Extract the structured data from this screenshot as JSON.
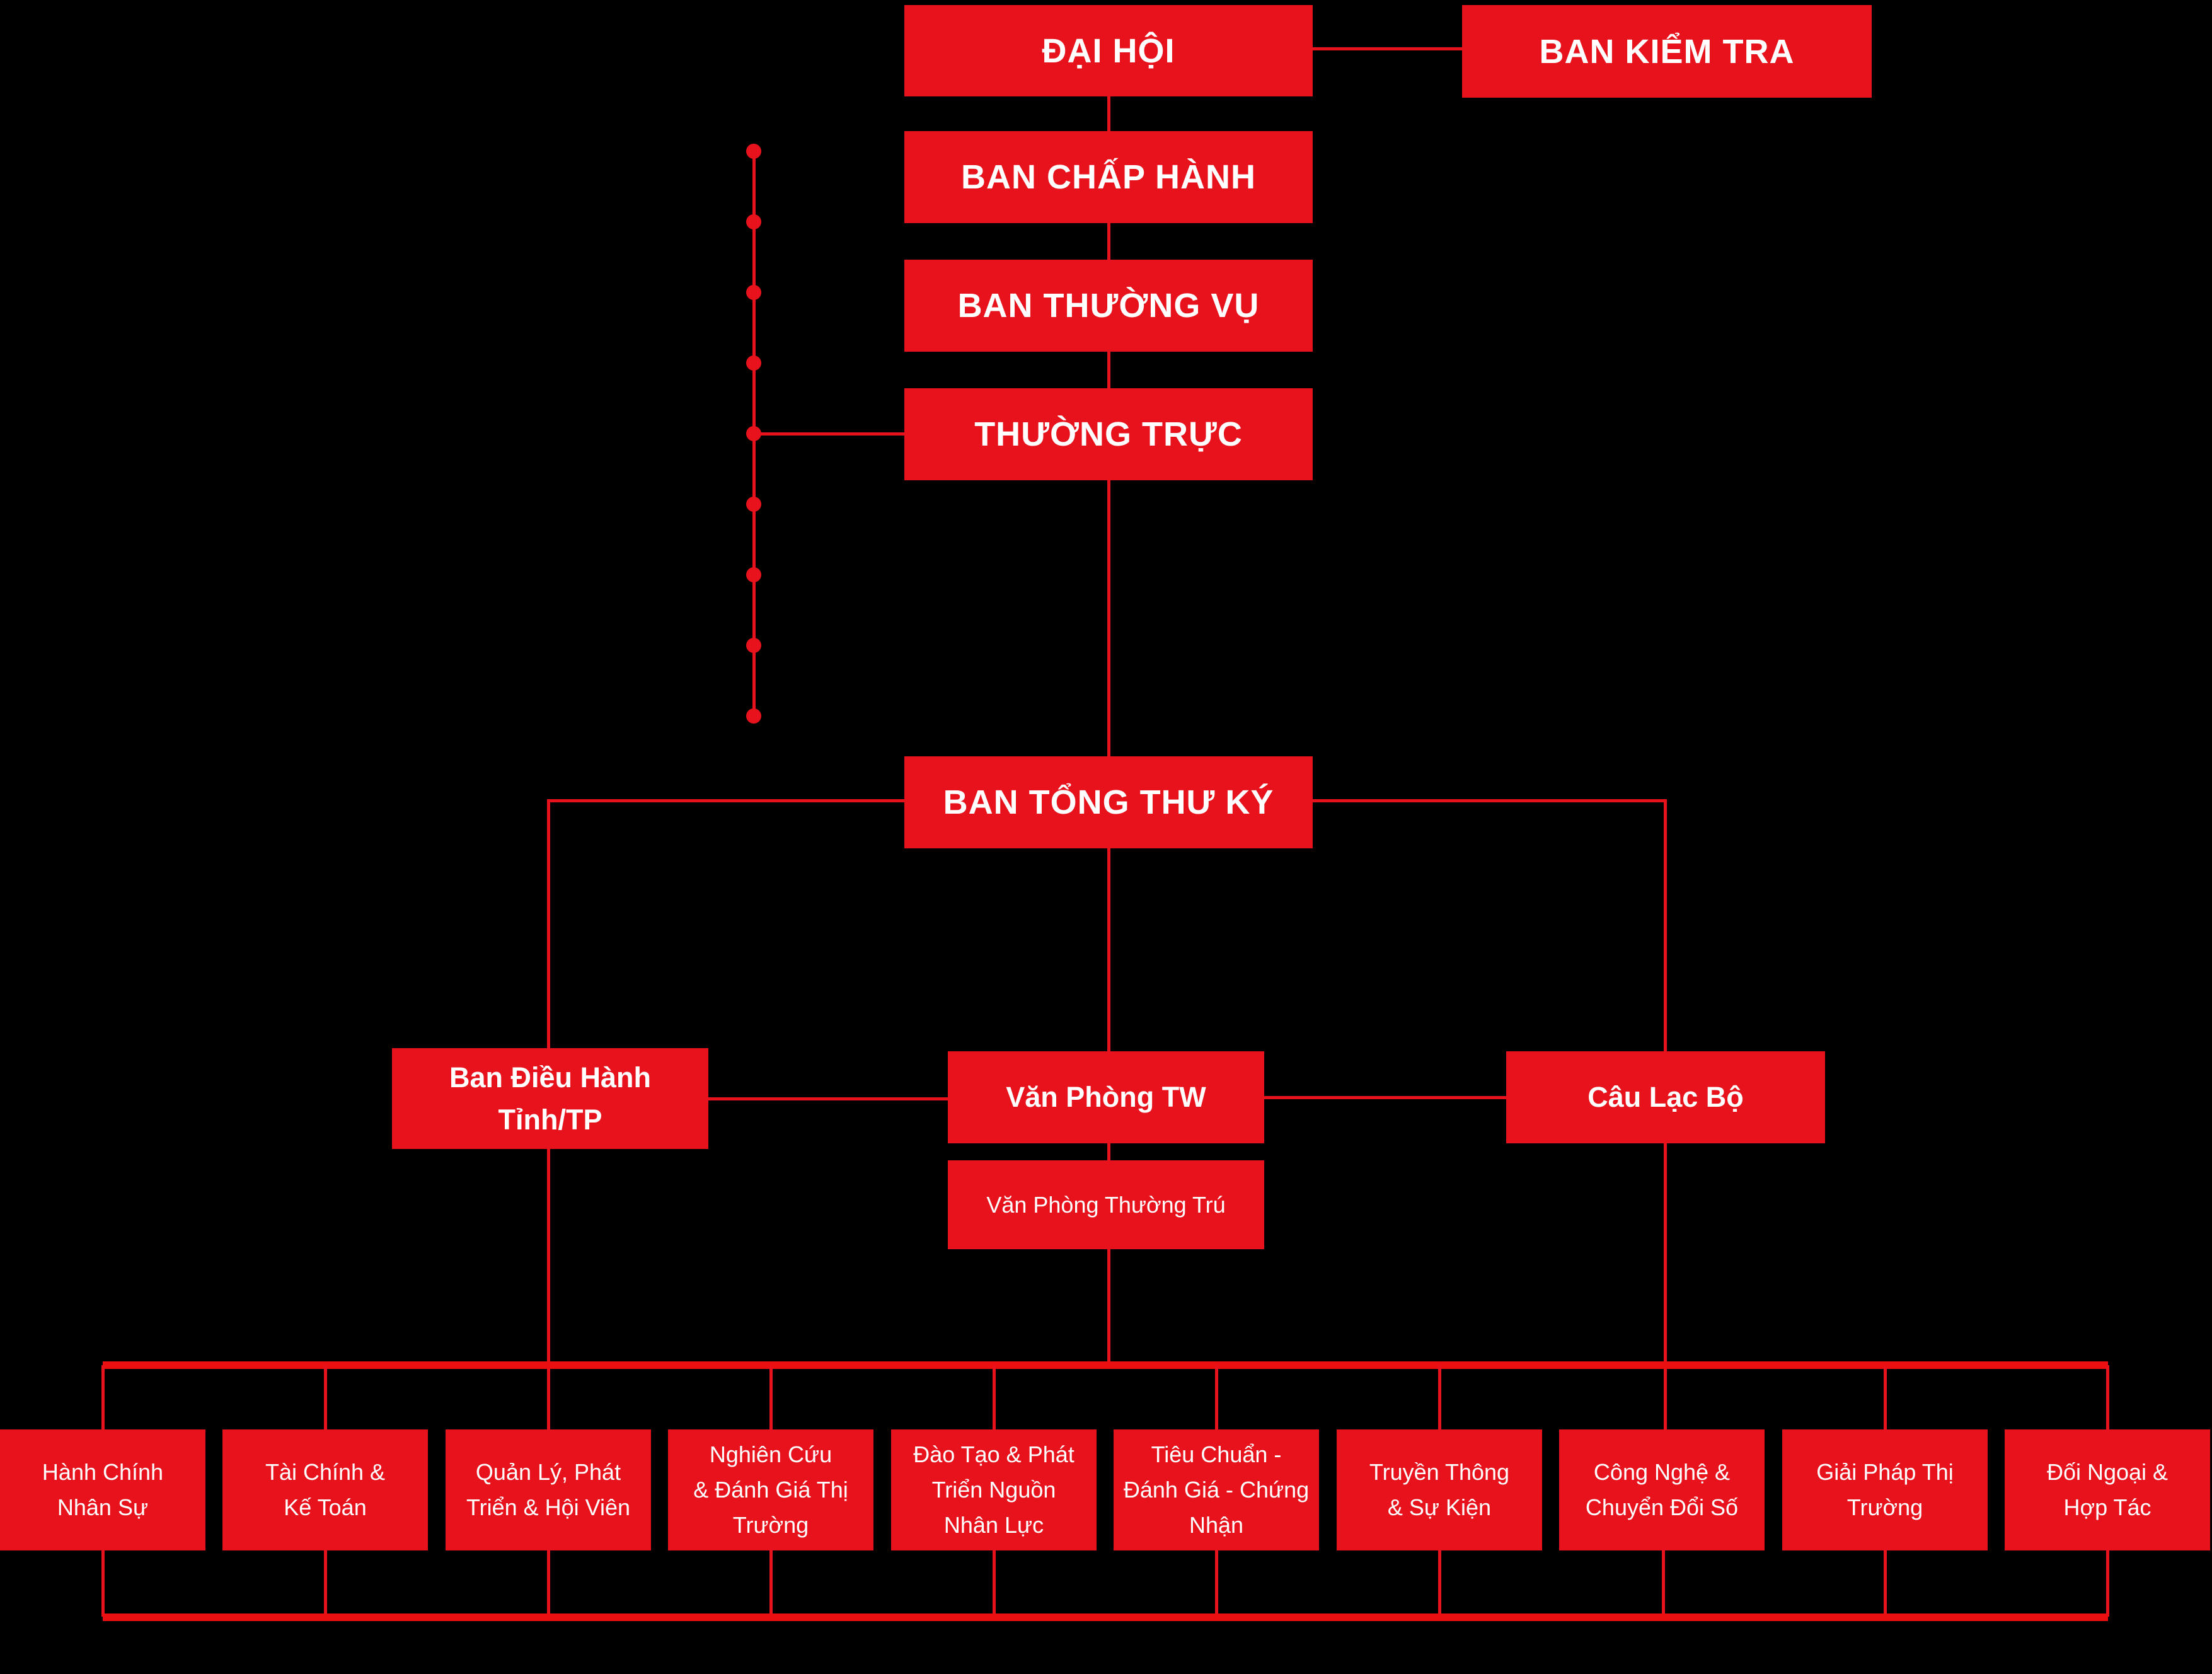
{
  "palette": {
    "background": "#000000",
    "box_red": "#e8121c",
    "line_red": "#e8121c",
    "bus_red": "#ec0f12",
    "text_white": "#ffffff"
  },
  "nodes": {
    "dai_hoi": {
      "label": "ĐẠI HỘI"
    },
    "ban_kiem_tra": {
      "label": "BAN KIỂM TRA"
    },
    "ban_chap_hanh": {
      "label": "BAN CHẤP HÀNH"
    },
    "ban_thuong_vu": {
      "label": "BAN THƯỜNG VỤ"
    },
    "thuong_truc": {
      "label": "THƯỜNG TRỰC"
    },
    "ban_tong_thu_ky": {
      "label": "BAN TỔNG THƯ KÝ"
    },
    "ban_dieu_hanh_tinh_tp": {
      "label": "Ban Điều Hành\nTỉnh/TP"
    },
    "van_phong_tw": {
      "label": "Văn Phòng TW"
    },
    "cau_lac_bo": {
      "label": "Câu Lạc Bộ"
    },
    "van_phong_thuong_tru": {
      "label": "Văn Phòng Thường Trú"
    }
  },
  "departments": [
    "Hành Chính\nNhân Sự",
    "Tài Chính &\nKế Toán",
    "Quản Lý, Phát\nTriển & Hội Viên",
    "Nghiên Cứu\n& Đánh Giá Thị\nTrường",
    "Đào Tạo & Phát\nTriển Nguồn\nNhân Lực",
    "Tiêu Chuẩn -\nĐánh Giá - Chứng\nNhận",
    "Truyền Thông\n& Sự Kiện",
    "Công Nghệ &\nChuyển Đổi Số",
    "Giải Pháp Thị\nTrường",
    "Đối Ngoại &\nHợp Tác"
  ],
  "connections": [
    [
      "dai_hoi",
      "ban_kiem_tra"
    ],
    [
      "dai_hoi",
      "ban_chap_hanh"
    ],
    [
      "ban_chap_hanh",
      "ban_thuong_vu"
    ],
    [
      "ban_thuong_vu",
      "thuong_truc"
    ],
    [
      "thuong_truc",
      "dotted-branch-line"
    ],
    [
      "thuong_truc",
      "ban_tong_thu_ky"
    ],
    [
      "ban_tong_thu_ky",
      "ban_dieu_hanh_tinh_tp"
    ],
    [
      "ban_tong_thu_ky",
      "van_phong_tw"
    ],
    [
      "ban_tong_thu_ky",
      "cau_lac_bo"
    ],
    [
      "ban_dieu_hanh_tinh_tp",
      "van_phong_tw"
    ],
    [
      "van_phong_tw",
      "cau_lac_bo"
    ],
    [
      "van_phong_tw",
      "van_phong_thuong_tru"
    ],
    [
      "ban_dieu_hanh_tinh_tp",
      "departments-bus"
    ],
    [
      "van_phong_thuong_tru",
      "departments-bus"
    ],
    [
      "cau_lac_bo",
      "departments-bus"
    ],
    [
      "departments-bus",
      "all-10-departments"
    ]
  ]
}
